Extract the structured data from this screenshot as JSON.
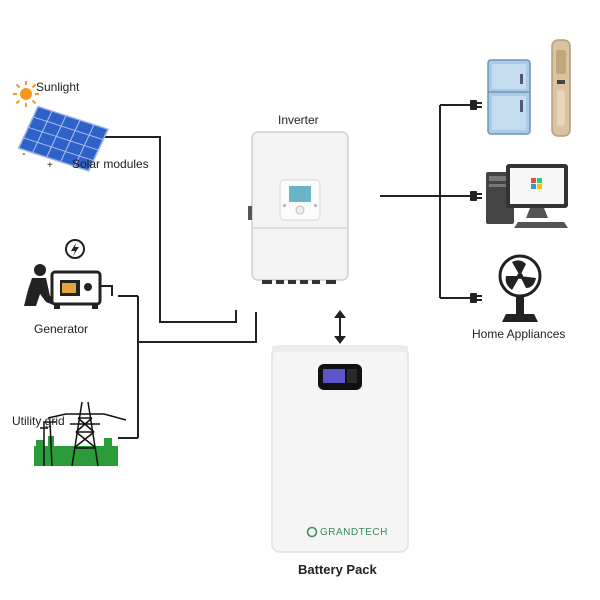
{
  "labels": {
    "sunlight": "Sunlight",
    "solar_modules": "Solar modules",
    "generator": "Generator",
    "utility_grid": "Utility grid",
    "inverter": "Inverter",
    "home_appliances": "Home Appliances",
    "battery_pack": "Battery Pack",
    "battery_brand": "GRANDTECH",
    "solar_minus": "-",
    "solar_plus": "+"
  },
  "colors": {
    "wire": "#222222",
    "device_body": "#f2f2f2",
    "solar_blue": "#2f62c8",
    "brand_green": "#3a8a5a",
    "sun_orange": "#f39a1d"
  },
  "icons": [
    "sun-icon",
    "solar-panel-icon",
    "generator-icon",
    "utility-tower-icon",
    "refrigerator-icon",
    "air-conditioner-icon",
    "desktop-computer-icon",
    "electric-fan-icon",
    "plug-icon",
    "double-arrow-icon"
  ]
}
